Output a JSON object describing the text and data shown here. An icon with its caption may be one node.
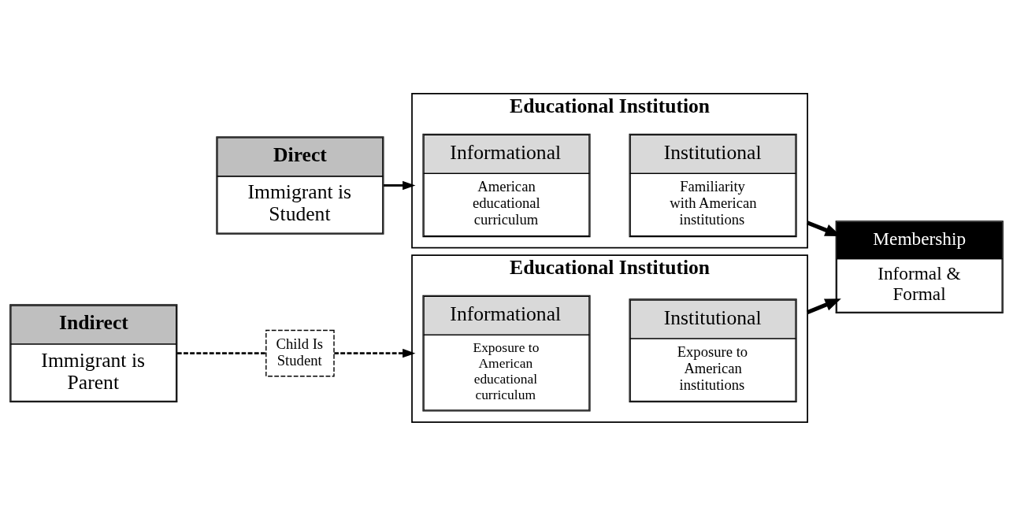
{
  "diagram": {
    "nodes": [
      {
        "text": [
          "Direct",
          "Immigrant is Student"
        ]
      },
      {
        "text": [
          "Educational Institution"
        ]
      },
      {
        "text": [
          "Informational",
          "American educational curriculum"
        ],
        "in": 1
      },
      {
        "text": [
          "Institutional",
          "Familiarity with American institutions"
        ],
        "in": 1
      },
      {
        "text": [
          "Membership",
          "Informal & Formal"
        ]
      },
      {
        "text": [
          "Indirect",
          "Immigrant is Parent"
        ]
      },
      {
        "text": [
          "Child Is Student"
        ]
      },
      {
        "text": [
          "Educational Institution"
        ]
      },
      {
        "text": [
          "Informational",
          "Exposure to American educational curriculum"
        ],
        "in": 7
      },
      {
        "text": [
          "Institutional",
          "Exposure to American institutions"
        ],
        "in": 7
      }
    ],
    "edges": [
      {
        "from": 0,
        "to": 1,
        "arrow": "to"
      },
      {
        "from": 1,
        "to": 4,
        "arrow": "to",
        "style": "thick"
      },
      {
        "from": 7,
        "to": 4,
        "arrow": "to",
        "style": "thick"
      },
      {
        "from": 5,
        "to": 6,
        "arrow": "none",
        "style": "dashed"
      },
      {
        "from": 6,
        "to": 7,
        "arrow": "to",
        "style": "dashed"
      }
    ]
  }
}
